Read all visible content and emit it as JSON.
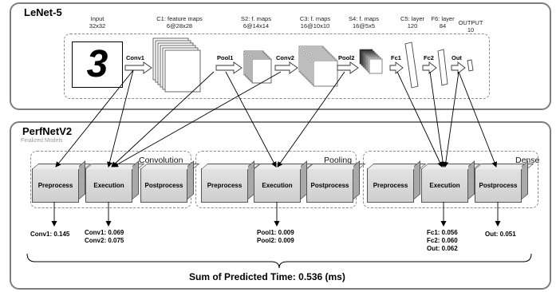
{
  "lenet": {
    "title": "LeNet-5",
    "input_digit": "3",
    "layers": [
      {
        "line1": "Input",
        "line2": "32x32"
      },
      {
        "line1": "C1: feature maps",
        "line2": "6@28x28"
      },
      {
        "line1": "S2: f. maps",
        "line2": "6@14x14"
      },
      {
        "line1": "C3: f. maps",
        "line2": "16@10x10"
      },
      {
        "line1": "S4: f. maps",
        "line2": "16@5x5"
      },
      {
        "line1": "C5: layer",
        "line2": "120"
      },
      {
        "line1": "F6: layer",
        "line2": "84"
      },
      {
        "line1": "OUTPUT",
        "line2": "10"
      }
    ],
    "ops": [
      "Conv1",
      "Pool1",
      "Conv2",
      "Pool2",
      "Fc1",
      "Fc2",
      "Out"
    ]
  },
  "perfnet": {
    "title": "PerfNetV2",
    "subtitle": "Finalized Models",
    "groups": [
      {
        "name": "Convolution",
        "boxes": [
          "Preprocess",
          "Execution",
          "Postprocess"
        ]
      },
      {
        "name": "Pooling",
        "boxes": [
          "Preprocess",
          "Execution",
          "Postprocess"
        ]
      },
      {
        "name": "Dense",
        "boxes": [
          "Preprocess",
          "Execution",
          "Postprocess"
        ]
      }
    ],
    "results": [
      [
        "Conv1: 0.145"
      ],
      [
        "Conv1: 0.069",
        "Conv2: 0.075"
      ],
      [
        "Pool1: 0.009",
        "Pool2: 0.009"
      ],
      [
        "Fc1: 0.056",
        "Fc2: 0.060",
        "Out: 0.062"
      ],
      [
        "Out: 0.051"
      ]
    ],
    "sum": "Sum of Predicted Time: 0.536 (ms)"
  }
}
